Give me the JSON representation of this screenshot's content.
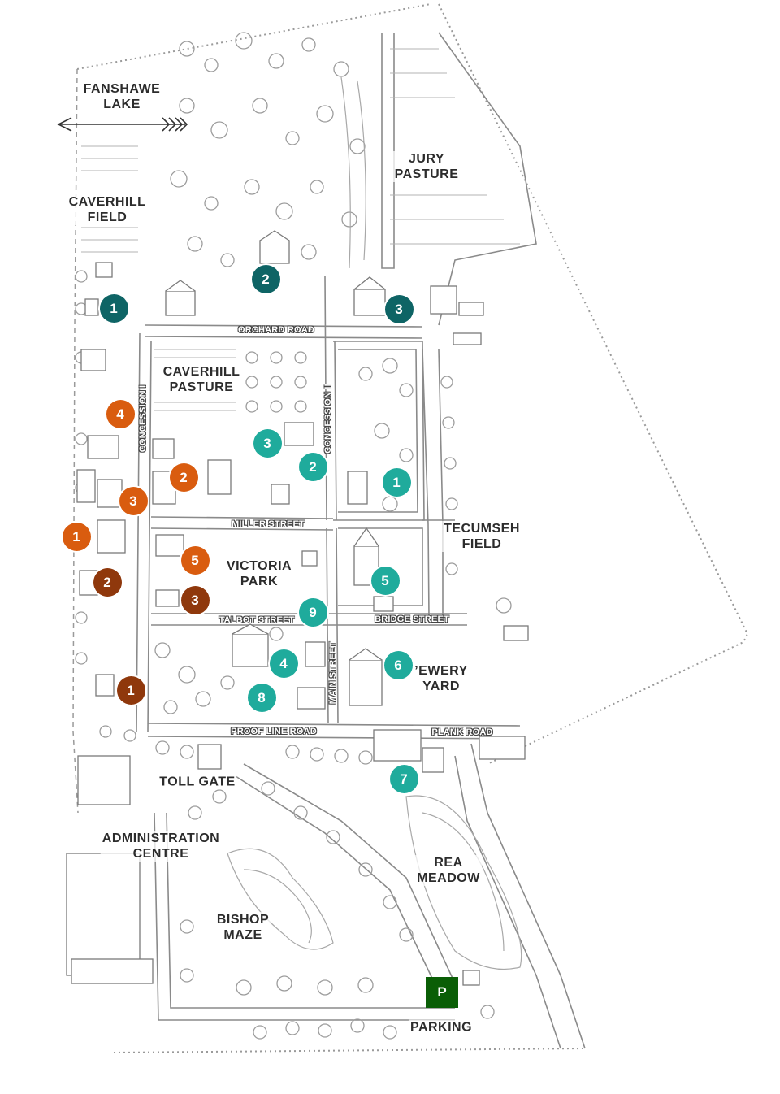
{
  "colors": {
    "dark_teal": "#0e6465",
    "teal": "#1fab9c",
    "orange": "#d95c0f",
    "brown": "#8f380c",
    "parking": "#0a5e06",
    "sketch": "#8a8a8a"
  },
  "areas": {
    "fanshawe": [
      "FANSHAWE",
      "LAKE"
    ],
    "caverhill_field": [
      "CAVERHILL",
      "FIELD"
    ],
    "jury_pasture": [
      "JURY",
      "PASTURE"
    ],
    "caverhill_pasture": [
      "CAVERHILL",
      "PASTURE"
    ],
    "tecumseh_field": [
      "TECUMSEH",
      "FIELD"
    ],
    "victoria_park": [
      "VICTORIA",
      "PARK"
    ],
    "brewery_yard": [
      "’EWERY",
      "YARD"
    ],
    "toll_gate": "TOLL GATE",
    "administration_centre": [
      "ADMINISTRATION",
      "CENTRE"
    ],
    "rea_meadow": [
      "REA",
      "MEADOW"
    ],
    "bishop_maze": [
      "BISHOP",
      "MAZE"
    ],
    "parking": "PARKING"
  },
  "streets": {
    "orchard_road": "ORCHARD ROAD",
    "concession_i": "CONCESSION I",
    "concession_ii": "CONCESSION II",
    "miller_street": "MILLER STREET",
    "talbot_street": "TALBOT STREET",
    "bridge_street": "BRIDGE STREET",
    "main_street": "MAIN STREET",
    "proof_line_road": "PROOF LINE ROAD",
    "plank_road": "PLANK ROAD"
  },
  "markers": {
    "dark": [
      "1",
      "2",
      "3"
    ],
    "teal": [
      "1",
      "2",
      "3",
      "4",
      "5",
      "6",
      "7",
      "8",
      "9"
    ],
    "orange": [
      "1",
      "2",
      "3",
      "4",
      "5"
    ],
    "brown": [
      "1",
      "2",
      "3"
    ]
  },
  "parking_sign": "P",
  "icons": {
    "arrow": "direction-arrow-icon"
  }
}
